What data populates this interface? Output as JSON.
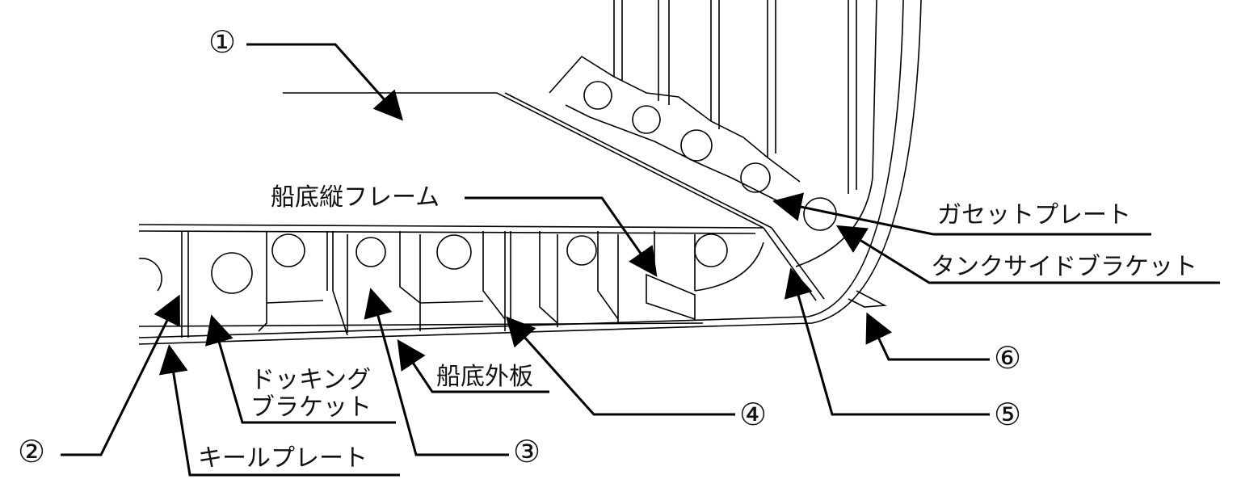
{
  "diagram": {
    "markers": {
      "m1": "①",
      "m2": "②",
      "m3": "③",
      "m4": "④",
      "m5": "⑤",
      "m6": "⑥"
    },
    "labels": {
      "bottom_longitudinal": "船底縦フレーム",
      "gusset_plate": "ガセットプレート",
      "tank_side_bracket": "タンクサイドブラケット",
      "docking_bracket_line1": "ドッキング",
      "docking_bracket_line2": "ブラケット",
      "bottom_shell": "船底外板",
      "keel_plate": "キールプレート"
    },
    "line_color": "#000000"
  }
}
